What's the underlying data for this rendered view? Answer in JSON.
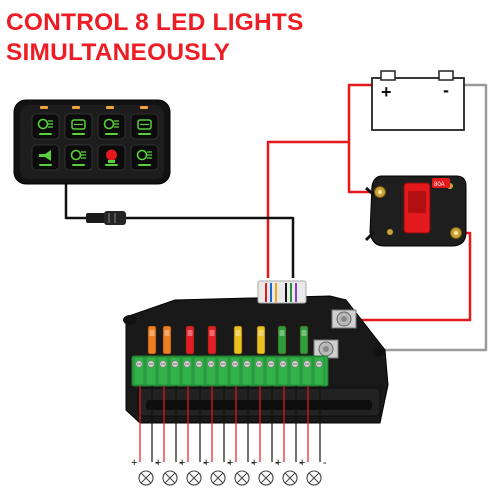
{
  "title": {
    "line1": "CONTROL 8 LED LIGHTS",
    "line2": "SIMULTANEOUSLY"
  },
  "battery": {
    "plus_label": "+",
    "minus_label": "-"
  },
  "breaker": {
    "rating": "80A"
  },
  "terminals": {
    "plus_label": "+",
    "minus_label": "-"
  },
  "colors": {
    "title": "#ee1c25",
    "wire_positive": "#e3191c",
    "wire_negative": "#111111",
    "wire_ground": "#9a9a9a",
    "panel_glow": "#58d13a",
    "terminal_green": "#34b24a",
    "fuses": [
      "#ef7d22",
      "#ef7d22",
      "#e11d26",
      "#e11d26",
      "#e8c21d",
      "#e8c21d",
      "#2d9c3a",
      "#2d9c3a"
    ]
  },
  "panel": {
    "switch_icons": [
      "fog-light-icon",
      "light-bar-icon",
      "beam-light-icon",
      "light-bar-label-icon",
      "horn-icon",
      "work-light-icon",
      "emergency-light-icon",
      "spot-light-icon"
    ]
  }
}
